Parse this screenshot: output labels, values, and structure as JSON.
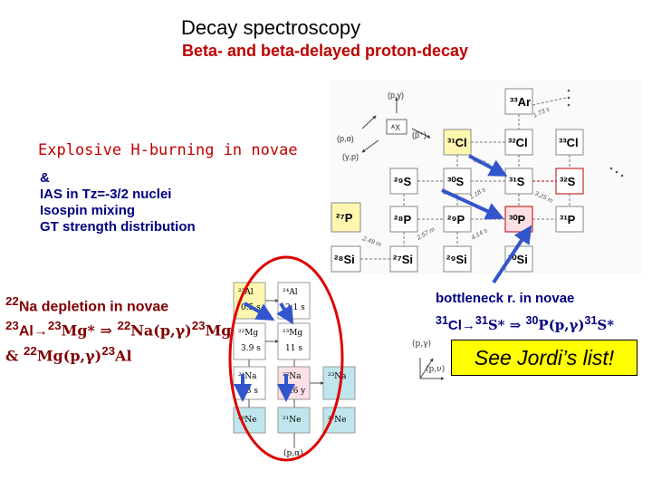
{
  "slide": {
    "title": "Decay spectroscopy",
    "subtitle": "Beta- and beta-delayed proton-decay",
    "explosive": "Explosive H-burning in novae",
    "notes": [
      "&",
      "IAS in Tz=-3/2 nuclei",
      "Isospin mixing",
      "GT strength distribution"
    ],
    "na_line1_mass": "22",
    "na_line1_text": "Na depletion in novae",
    "na_line2_a": "23",
    "na_line2_b": "Al→",
    "na_line2_c": "23",
    "na_line2_d": "Mg* ⇒ ",
    "na_line2_e": "22",
    "na_line2_f": "Na(p,γ)",
    "na_line2_g": "23",
    "na_line2_h": "Mg*",
    "na_line3_a": "& ",
    "na_line3_b": "22",
    "na_line3_c": "Mg(p,γ)",
    "na_line3_d": "23",
    "na_line3_e": "Al",
    "bott_line1": "bottleneck r. in novae",
    "bott_a": "31",
    "bott_b": "Cl→",
    "bott_c": "31",
    "bott_d": "S* ⇒ ",
    "bott_e": "30",
    "bott_f": "P(p,γ)",
    "bott_g": "31",
    "bott_h": "S*",
    "jordi": "See Jordi’s list!"
  },
  "right_chart": {
    "legend": {
      "pg": "(p,γ)",
      "pa": "(p,α)",
      "bp": "(β⁺)",
      "gp": "(γ,p)",
      "x": "ᴬX"
    },
    "cells": [
      {
        "label": "³³Ar"
      },
      {
        "label": "³¹Cl"
      },
      {
        "label": "³²Cl"
      },
      {
        "label": "³³Cl"
      },
      {
        "label": "²⁹S"
      },
      {
        "label": "³⁰S"
      },
      {
        "label": "³¹S"
      },
      {
        "label": "³²S"
      },
      {
        "label": "²⁷P"
      },
      {
        "label": "²⁸P"
      },
      {
        "label": "²⁹P"
      },
      {
        "label": "³⁰P"
      },
      {
        "label": "³¹P"
      },
      {
        "label": "²⁸Si"
      },
      {
        "label": "²⁷Si"
      },
      {
        "label": "²⁹Si"
      },
      {
        "label": "³⁰Si"
      }
    ],
    "halflives": [
      "1.73 s",
      "0.17 s",
      "1.18 s",
      "3.25 m",
      "2.57 m",
      "2.49 m",
      "4.14 s"
    ]
  },
  "left_chart": {
    "cells": [
      {
        "label": "²³Al",
        "sub": "0.5 s"
      },
      {
        "label": "²⁴Al",
        "sub": "2.1 s"
      },
      {
        "label": "²²Mg",
        "sub": "3.9 s"
      },
      {
        "label": "²³Mg",
        "sub": "11 s"
      },
      {
        "label": "²¹Na",
        "sub": "23 s"
      },
      {
        "label": "²²Na",
        "sub": "2.6 y"
      },
      {
        "label": "²³Na",
        "sub": ""
      },
      {
        "label": "²⁰Ne",
        "sub": ""
      },
      {
        "label": "²¹Ne",
        "sub": ""
      },
      {
        "label": "²²Ne",
        "sub": ""
      }
    ],
    "legend_pg": "(p,γ)",
    "legend_pv": "(p,ν)",
    "legend_pa": "(p,α)"
  },
  "colors": {
    "red": "#c00000",
    "navy": "#000080",
    "maroon": "#800000",
    "yellow": "#ffff00",
    "arrow": "#3355cc",
    "cellpink": "#fde0e6",
    "cellyellow": "#fff7b0",
    "cellteal": "#bfe6ec"
  }
}
